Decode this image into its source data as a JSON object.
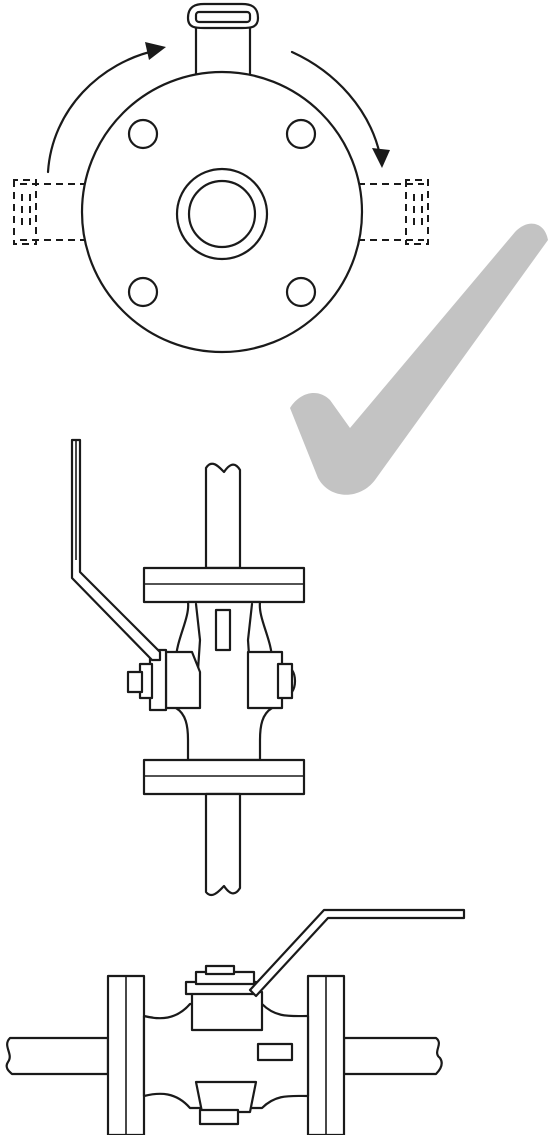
{
  "figure": {
    "kind": "flanged ball valve installation views",
    "views": [
      "front-view-rotation",
      "side-view-vertical-pipe",
      "side-view-horizontal-pipe"
    ],
    "status_icon": "checkmark-icon"
  },
  "colors": {
    "ink": "#1a1a1a",
    "checkmark": "#c3c3c3",
    "background": "#ffffff"
  }
}
